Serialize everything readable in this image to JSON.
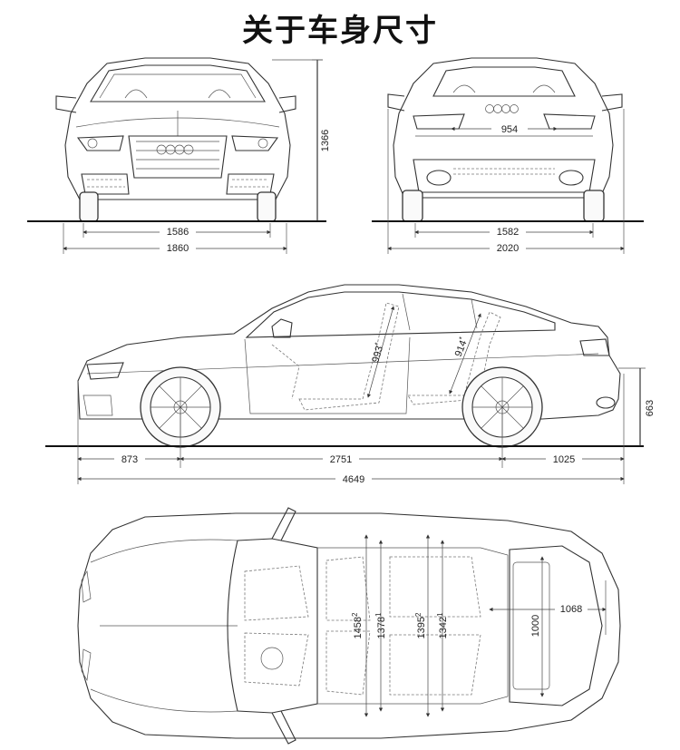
{
  "title": "关于车身尺寸",
  "front_view": {
    "height": "1366",
    "track": "1586",
    "width": "1860"
  },
  "rear_view": {
    "trunk_opening": "954",
    "track": "1582",
    "width_with_mirrors": "2020"
  },
  "side_view": {
    "front_headroom": "993",
    "rear_headroom": "914",
    "front_overhang": "873",
    "wheelbase": "2751",
    "rear_overhang": "1025",
    "length": "4649",
    "loading_height": "663",
    "front_headroom_sup": "*",
    "rear_headroom_sup": "*"
  },
  "top_view": {
    "front_elbow_width": "1458",
    "front_elbow_sup": "2",
    "front_shoulder_width": "1378",
    "front_shoulder_sup": "1",
    "rear_elbow_width": "1395",
    "rear_elbow_sup": "2",
    "rear_shoulder_width": "1342",
    "rear_shoulder_sup": "1",
    "trunk_length": "1068",
    "trunk_width": "1000"
  }
}
